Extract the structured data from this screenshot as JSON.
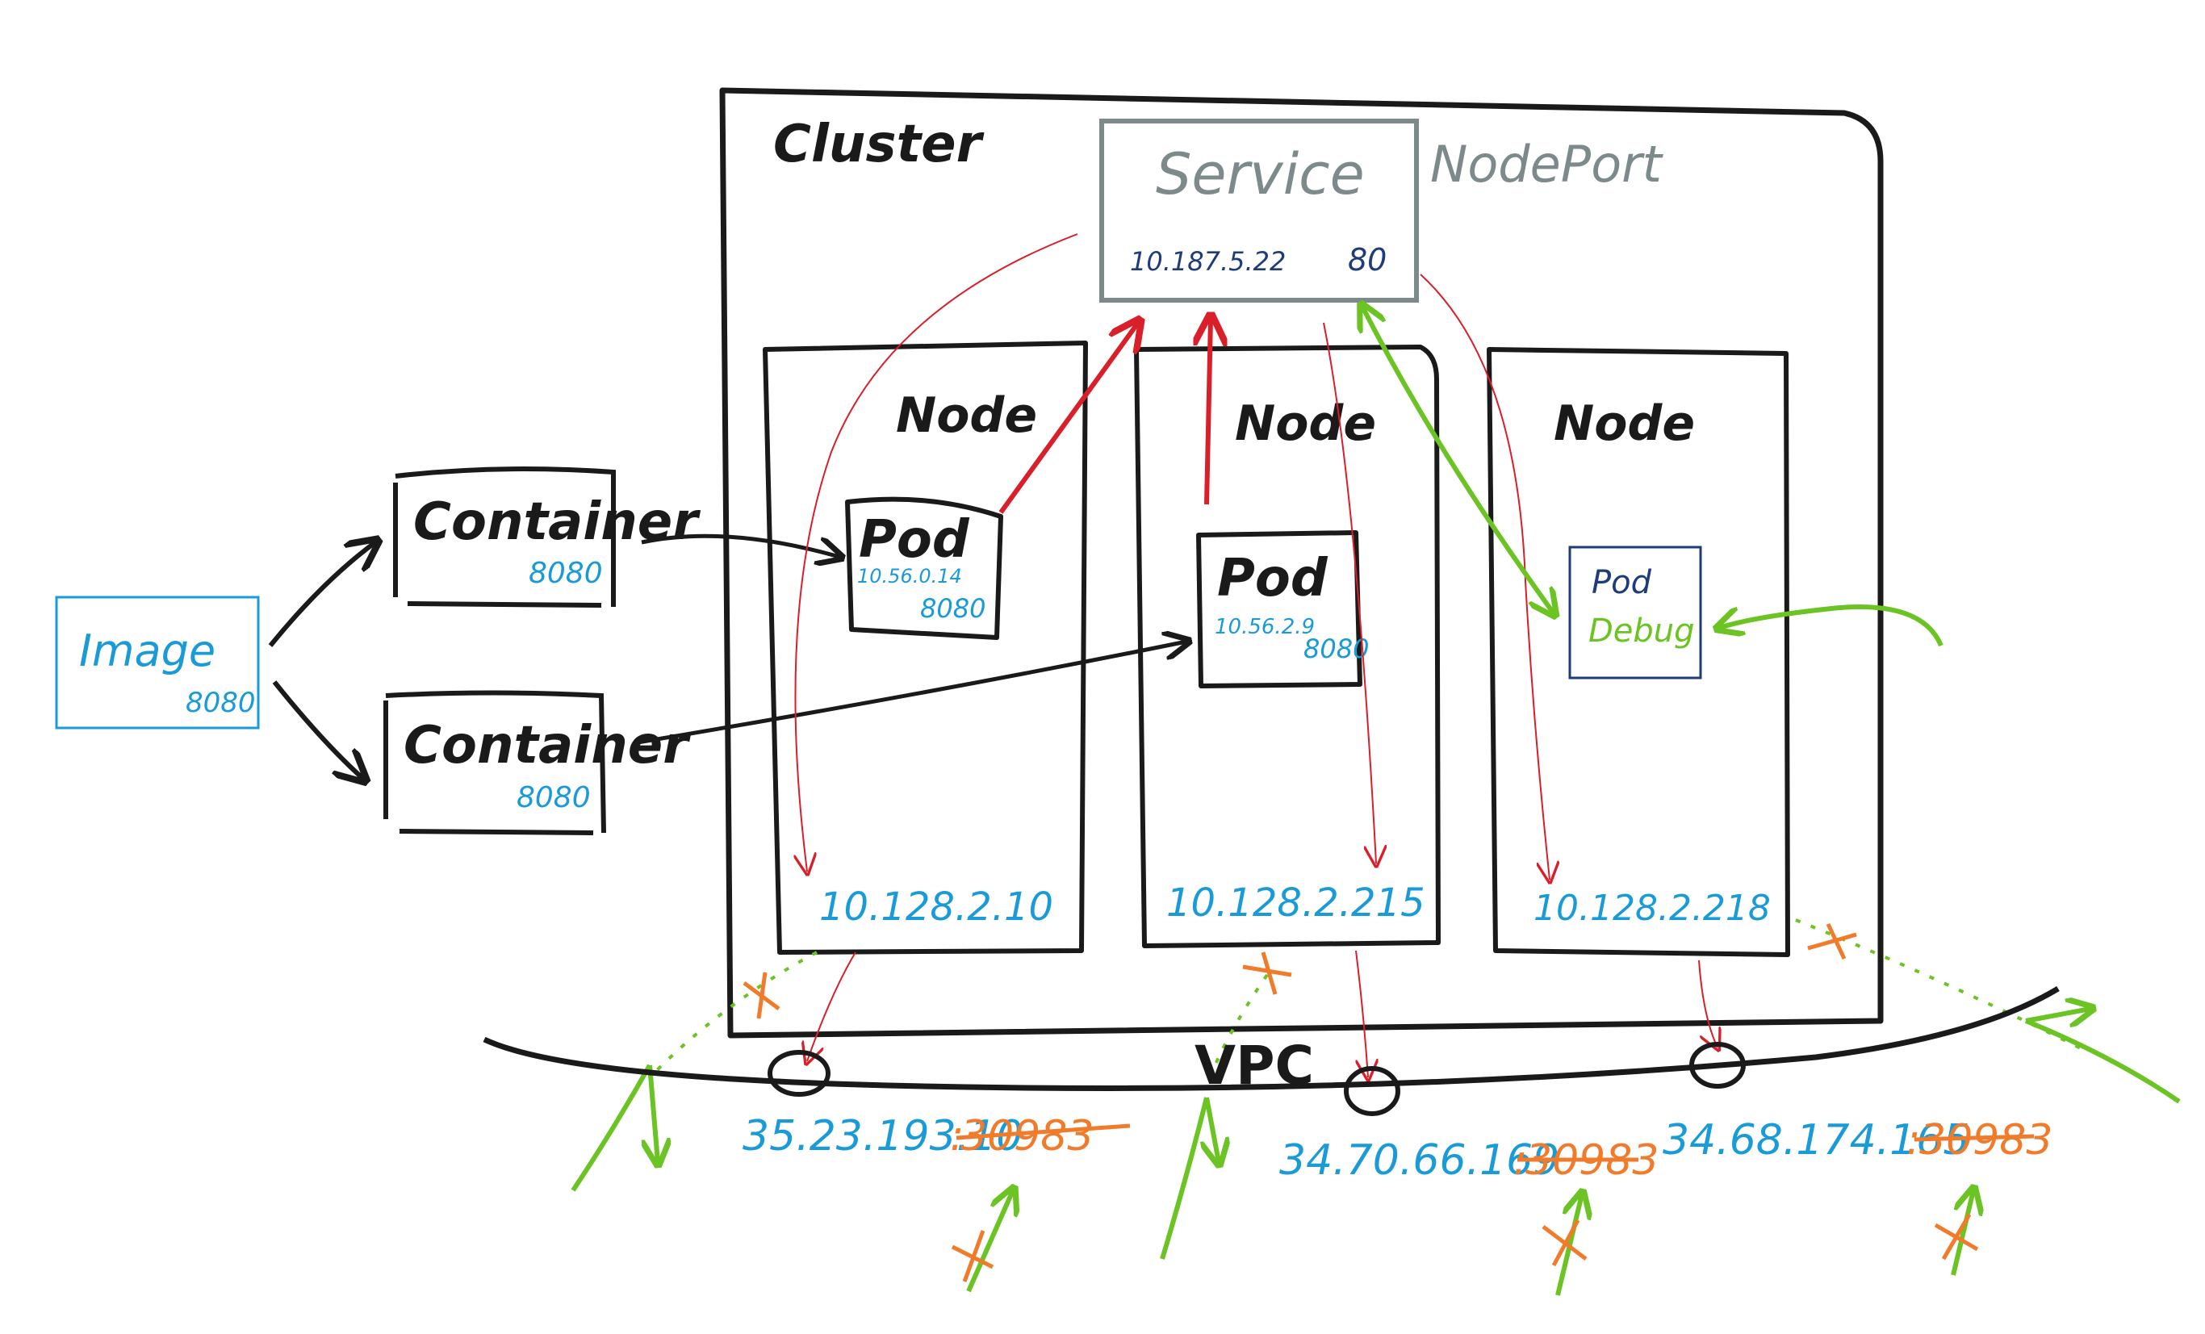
{
  "image": {
    "label": "Image",
    "port": "8080"
  },
  "containers": [
    {
      "label": "Container",
      "port": "8080"
    },
    {
      "label": "Container",
      "port": "8080"
    }
  ],
  "cluster": {
    "label": "Cluster"
  },
  "service": {
    "label": "Service",
    "type": "NodePort",
    "ip": "10.187.5.22",
    "port": "80"
  },
  "nodes": [
    {
      "label": "Node",
      "ip": "10.128.2.10",
      "pod": {
        "label": "Pod",
        "ip": "10.56.0.14",
        "port": "8080"
      }
    },
    {
      "label": "Node",
      "ip": "10.128.2.215",
      "pod": {
        "label": "Pod",
        "ip": "10.56.2.9",
        "port": "8080"
      }
    },
    {
      "label": "Node",
      "ip": "10.128.2.218",
      "pod": {
        "label": "Pod",
        "sublabel": "Debug"
      }
    }
  ],
  "vpc": {
    "label": "VPC"
  },
  "external": [
    {
      "ip": "35.23.193.10",
      "sep": ":",
      "port": "30983"
    },
    {
      "ip": "34.70.66.169",
      "sep": ":",
      "port": "30983"
    },
    {
      "ip": "34.68.174.165",
      "sep": ":",
      "port": "30983"
    }
  ],
  "colors": {
    "ink": "#1a1a1a",
    "blue": "#1a9bd7",
    "navy": "#1f3c7a",
    "grey": "#7d8a8c",
    "red": "#d81f2a",
    "green": "#6cc324",
    "orange": "#f07b2b"
  }
}
